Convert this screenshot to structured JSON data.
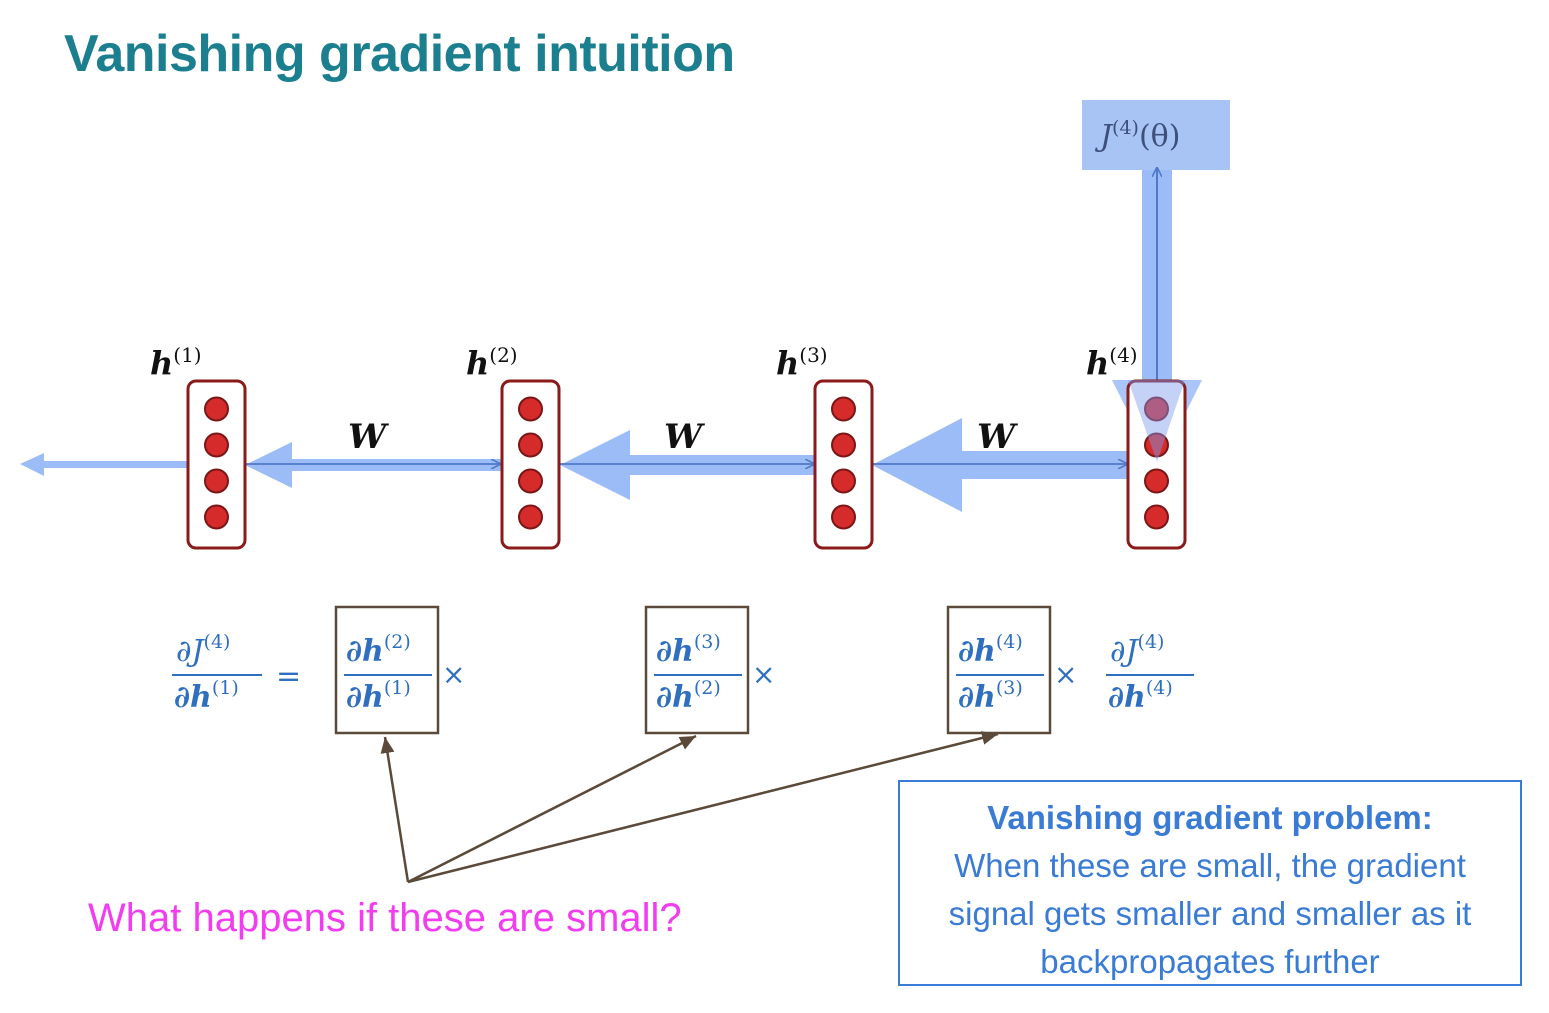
{
  "title": "Vanishing gradient intuition",
  "loss_label": {
    "base": "J",
    "sup": "(4)",
    "arg": "(θ)"
  },
  "hidden_states": [
    {
      "base": "h",
      "sup": "(1)"
    },
    {
      "base": "h",
      "sup": "(2)"
    },
    {
      "base": "h",
      "sup": "(3)"
    },
    {
      "base": "h",
      "sup": "(4)"
    }
  ],
  "weight_label": "W",
  "equation": {
    "lhs": {
      "num": "∂J",
      "num_sup": "(4)",
      "den": "∂h",
      "den_sup": "(1)"
    },
    "equals": "=",
    "times": "×",
    "factors": [
      {
        "num": "∂h",
        "num_sup": "(2)",
        "den": "∂h",
        "den_sup": "(1)"
      },
      {
        "num": "∂h",
        "num_sup": "(3)",
        "den": "∂h",
        "den_sup": "(2)"
      },
      {
        "num": "∂h",
        "num_sup": "(4)",
        "den": "∂h",
        "den_sup": "(3)"
      }
    ],
    "last": {
      "num": "∂J",
      "num_sup": "(4)",
      "den": "∂h",
      "den_sup": "(4)"
    }
  },
  "question": "What happens if these are small?",
  "callout": {
    "heading": "Vanishing gradient problem:",
    "lines": [
      "When these are small, the gradient",
      "signal gets smaller and smaller as it",
      "backpropagates further"
    ]
  },
  "colors": {
    "title": "#1b7f90",
    "gradient_arrow": "#9bbcf7",
    "node_fill": "#d62b2b",
    "node_border": "#8b1a1a",
    "equation": "#2f6fbf",
    "question": "#f23cf0",
    "callout": "#3a7bd5",
    "pointer_arrow": "#5b4a3a"
  }
}
